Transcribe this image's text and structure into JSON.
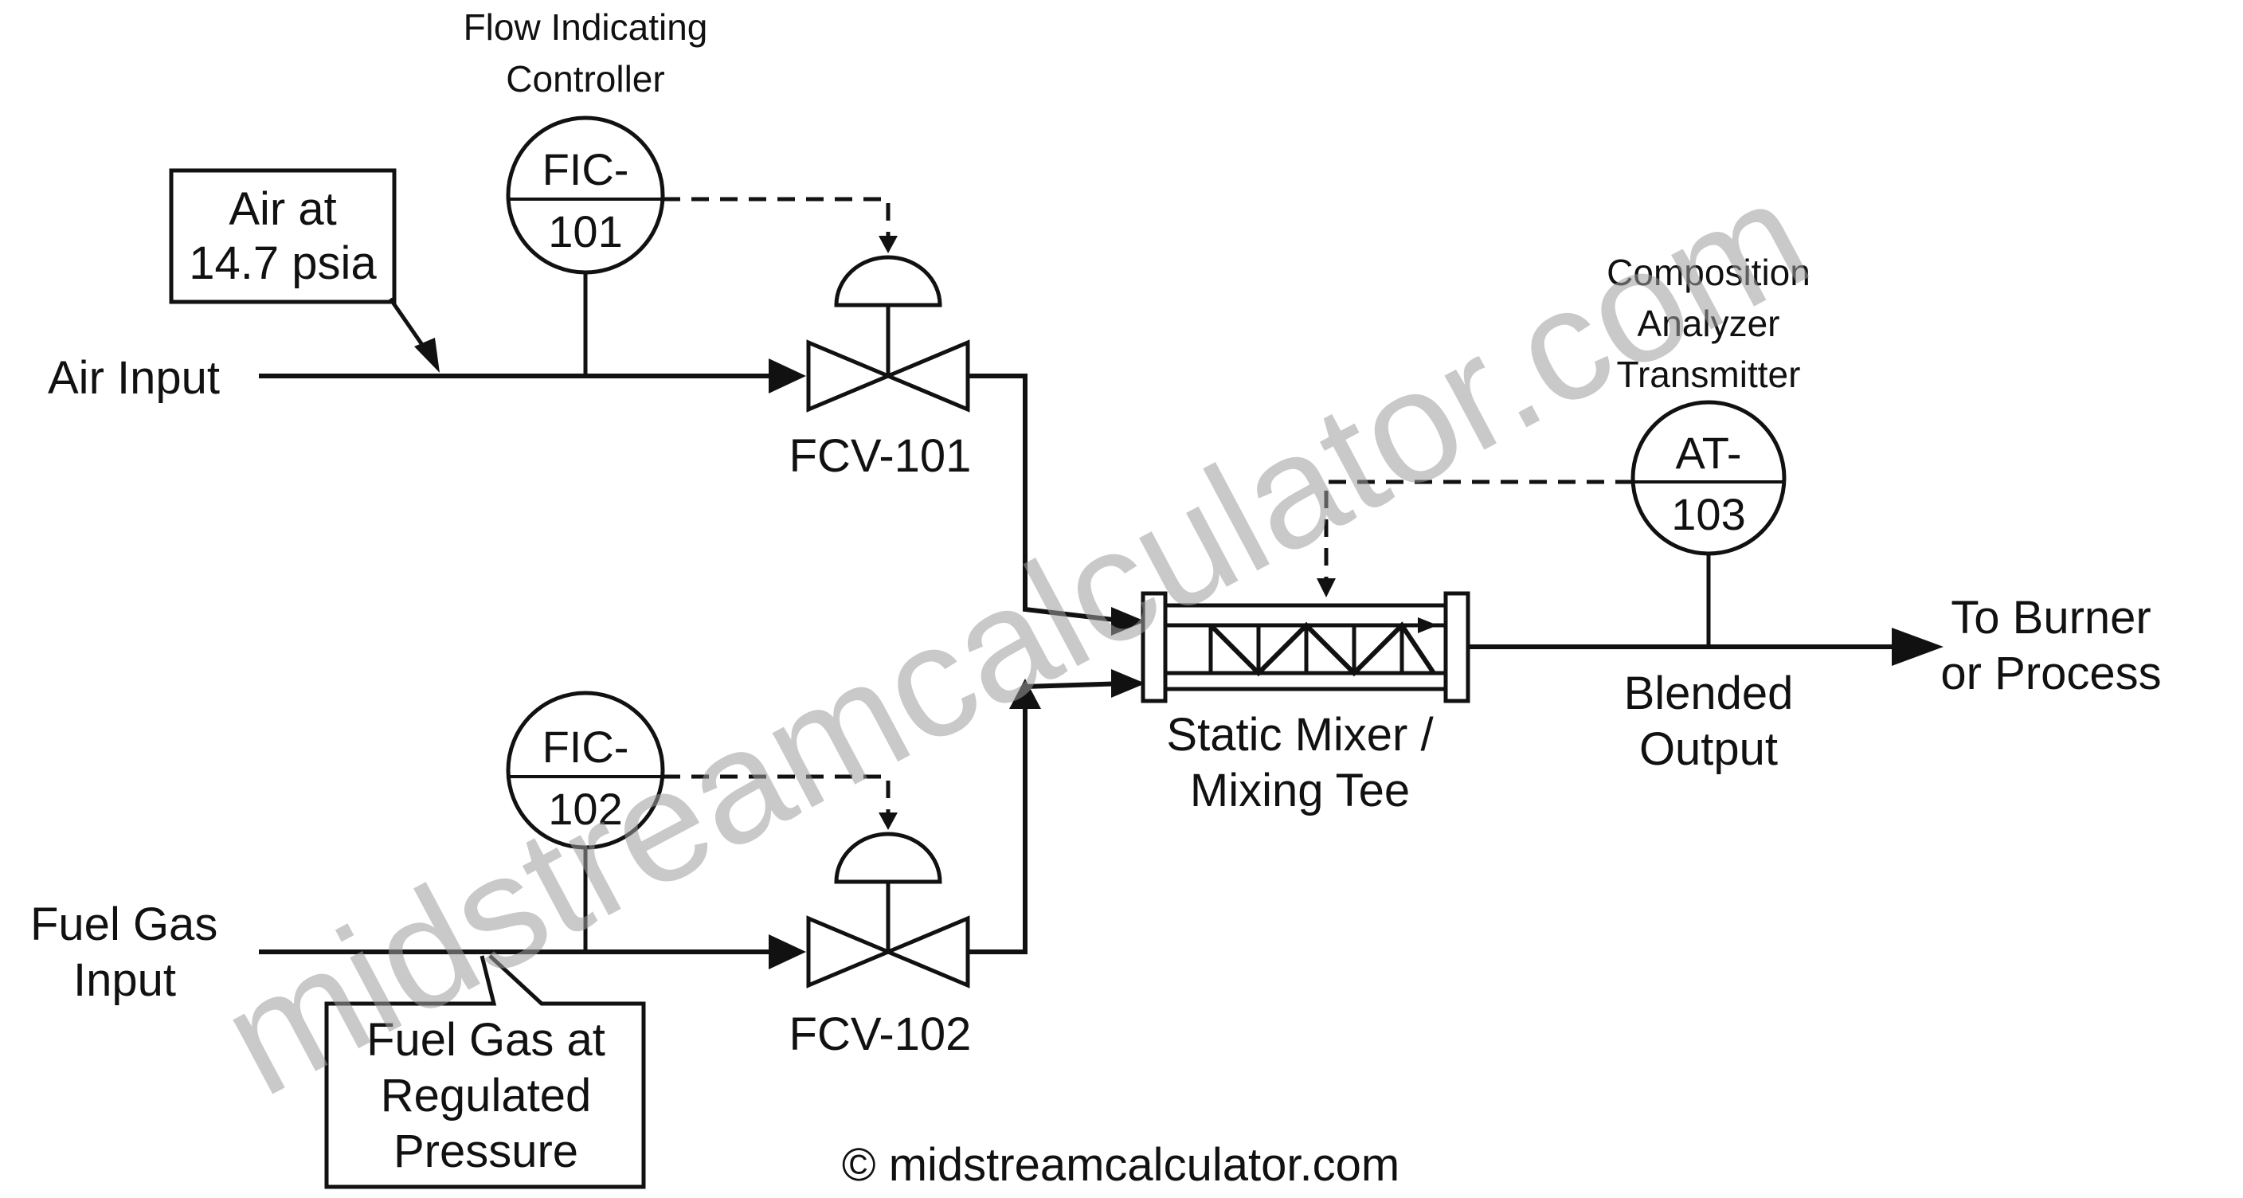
{
  "inputs": {
    "air": "Air Input",
    "fuel_line1": "Fuel Gas",
    "fuel_line2": "Input"
  },
  "callouts": {
    "air_line1": "Air at",
    "air_line2": "14.7 psia",
    "fuel_line1": "Fuel Gas at",
    "fuel_line2": "Regulated",
    "fuel_line3": "Pressure"
  },
  "instruments": {
    "fic101": {
      "title_line1": "Flow Indicating",
      "title_line2": "Controller",
      "tag_top": "FIC-",
      "tag_bottom": "101"
    },
    "fic102": {
      "tag_top": "FIC-",
      "tag_bottom": "102"
    },
    "at103": {
      "title_line1": "Composition",
      "title_line2": "Analyzer",
      "title_line3": "Transmitter",
      "tag_top": "AT-",
      "tag_bottom": "103"
    }
  },
  "valves": {
    "fcv101": "FCV-101",
    "fcv102": "FCV-102"
  },
  "mixer": {
    "line1": "Static Mixer /",
    "line2": "Mixing Tee"
  },
  "output": {
    "blended_line1": "Blended",
    "blended_line2": "Output",
    "dest_line1": "To Burner",
    "dest_line2": "or Process"
  },
  "copyright": "© midstreamcalculator.com",
  "watermark": "midstreamcalculator.com",
  "colors": {
    "line": "#111111",
    "watermark": "#9e9e9e",
    "background": "#ffffff"
  }
}
